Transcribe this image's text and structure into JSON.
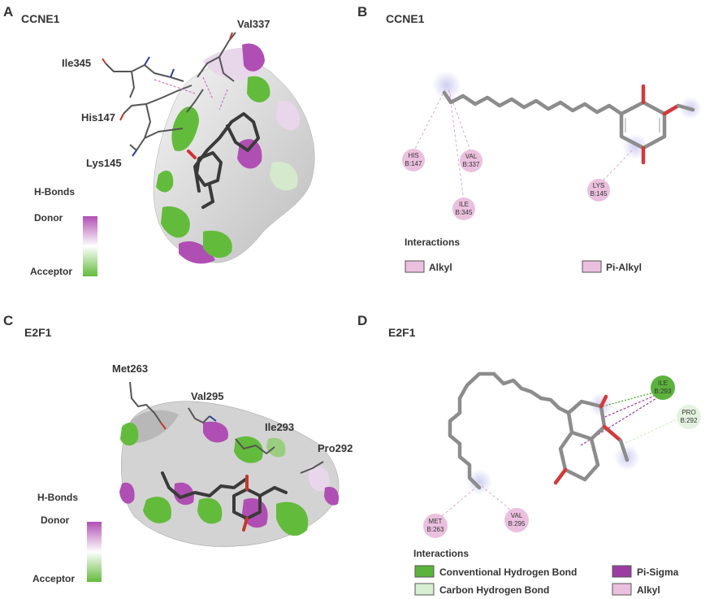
{
  "colors": {
    "donor": "#b04fb3",
    "acceptor": "#63bb3c",
    "alkyl": "#ebc0de",
    "pi_alkyl": "#ebc0de",
    "conventional_hbond": "#5bb33d",
    "carbon_hbond": "#d7eed2",
    "pi_sigma": "#9c3ca0"
  },
  "panels": {
    "A": {
      "letter": "A",
      "title": "CCNE1",
      "residues": [
        "Val337",
        "Ile345",
        "His147",
        "Lys145"
      ],
      "legend_title": "H-Bonds",
      "donor": "Donor",
      "acceptor": "Acceptor"
    },
    "B": {
      "letter": "B",
      "title": "CCNE1",
      "residues": [
        {
          "name": "HIS",
          "chain": "B:147"
        },
        {
          "name": "VAL",
          "chain": "B:337"
        },
        {
          "name": "ILE",
          "chain": "B:345"
        },
        {
          "name": "LYS",
          "chain": "B:145"
        }
      ],
      "interactions_title": "Interactions",
      "legend": [
        "Alkyl",
        "Pi-Alkyl"
      ]
    },
    "C": {
      "letter": "C",
      "title": "E2F1",
      "residues": [
        "Met263",
        "Val295",
        "Ile293",
        "Pro292"
      ],
      "legend_title": "H-Bonds",
      "donor": "Donor",
      "acceptor": "Acceptor"
    },
    "D": {
      "letter": "D",
      "title": "E2F1",
      "residues": [
        {
          "name": "ILE",
          "chain": "B:293"
        },
        {
          "name": "PRO",
          "chain": "B:292"
        },
        {
          "name": "MET",
          "chain": "B:263"
        },
        {
          "name": "VAL",
          "chain": "B:295"
        }
      ],
      "interactions_title": "Interactions",
      "legend": [
        "Conventional Hydrogen Bond",
        "Pi-Sigma",
        "Carbon Hydrogen Bond",
        "Alkyl"
      ]
    }
  }
}
